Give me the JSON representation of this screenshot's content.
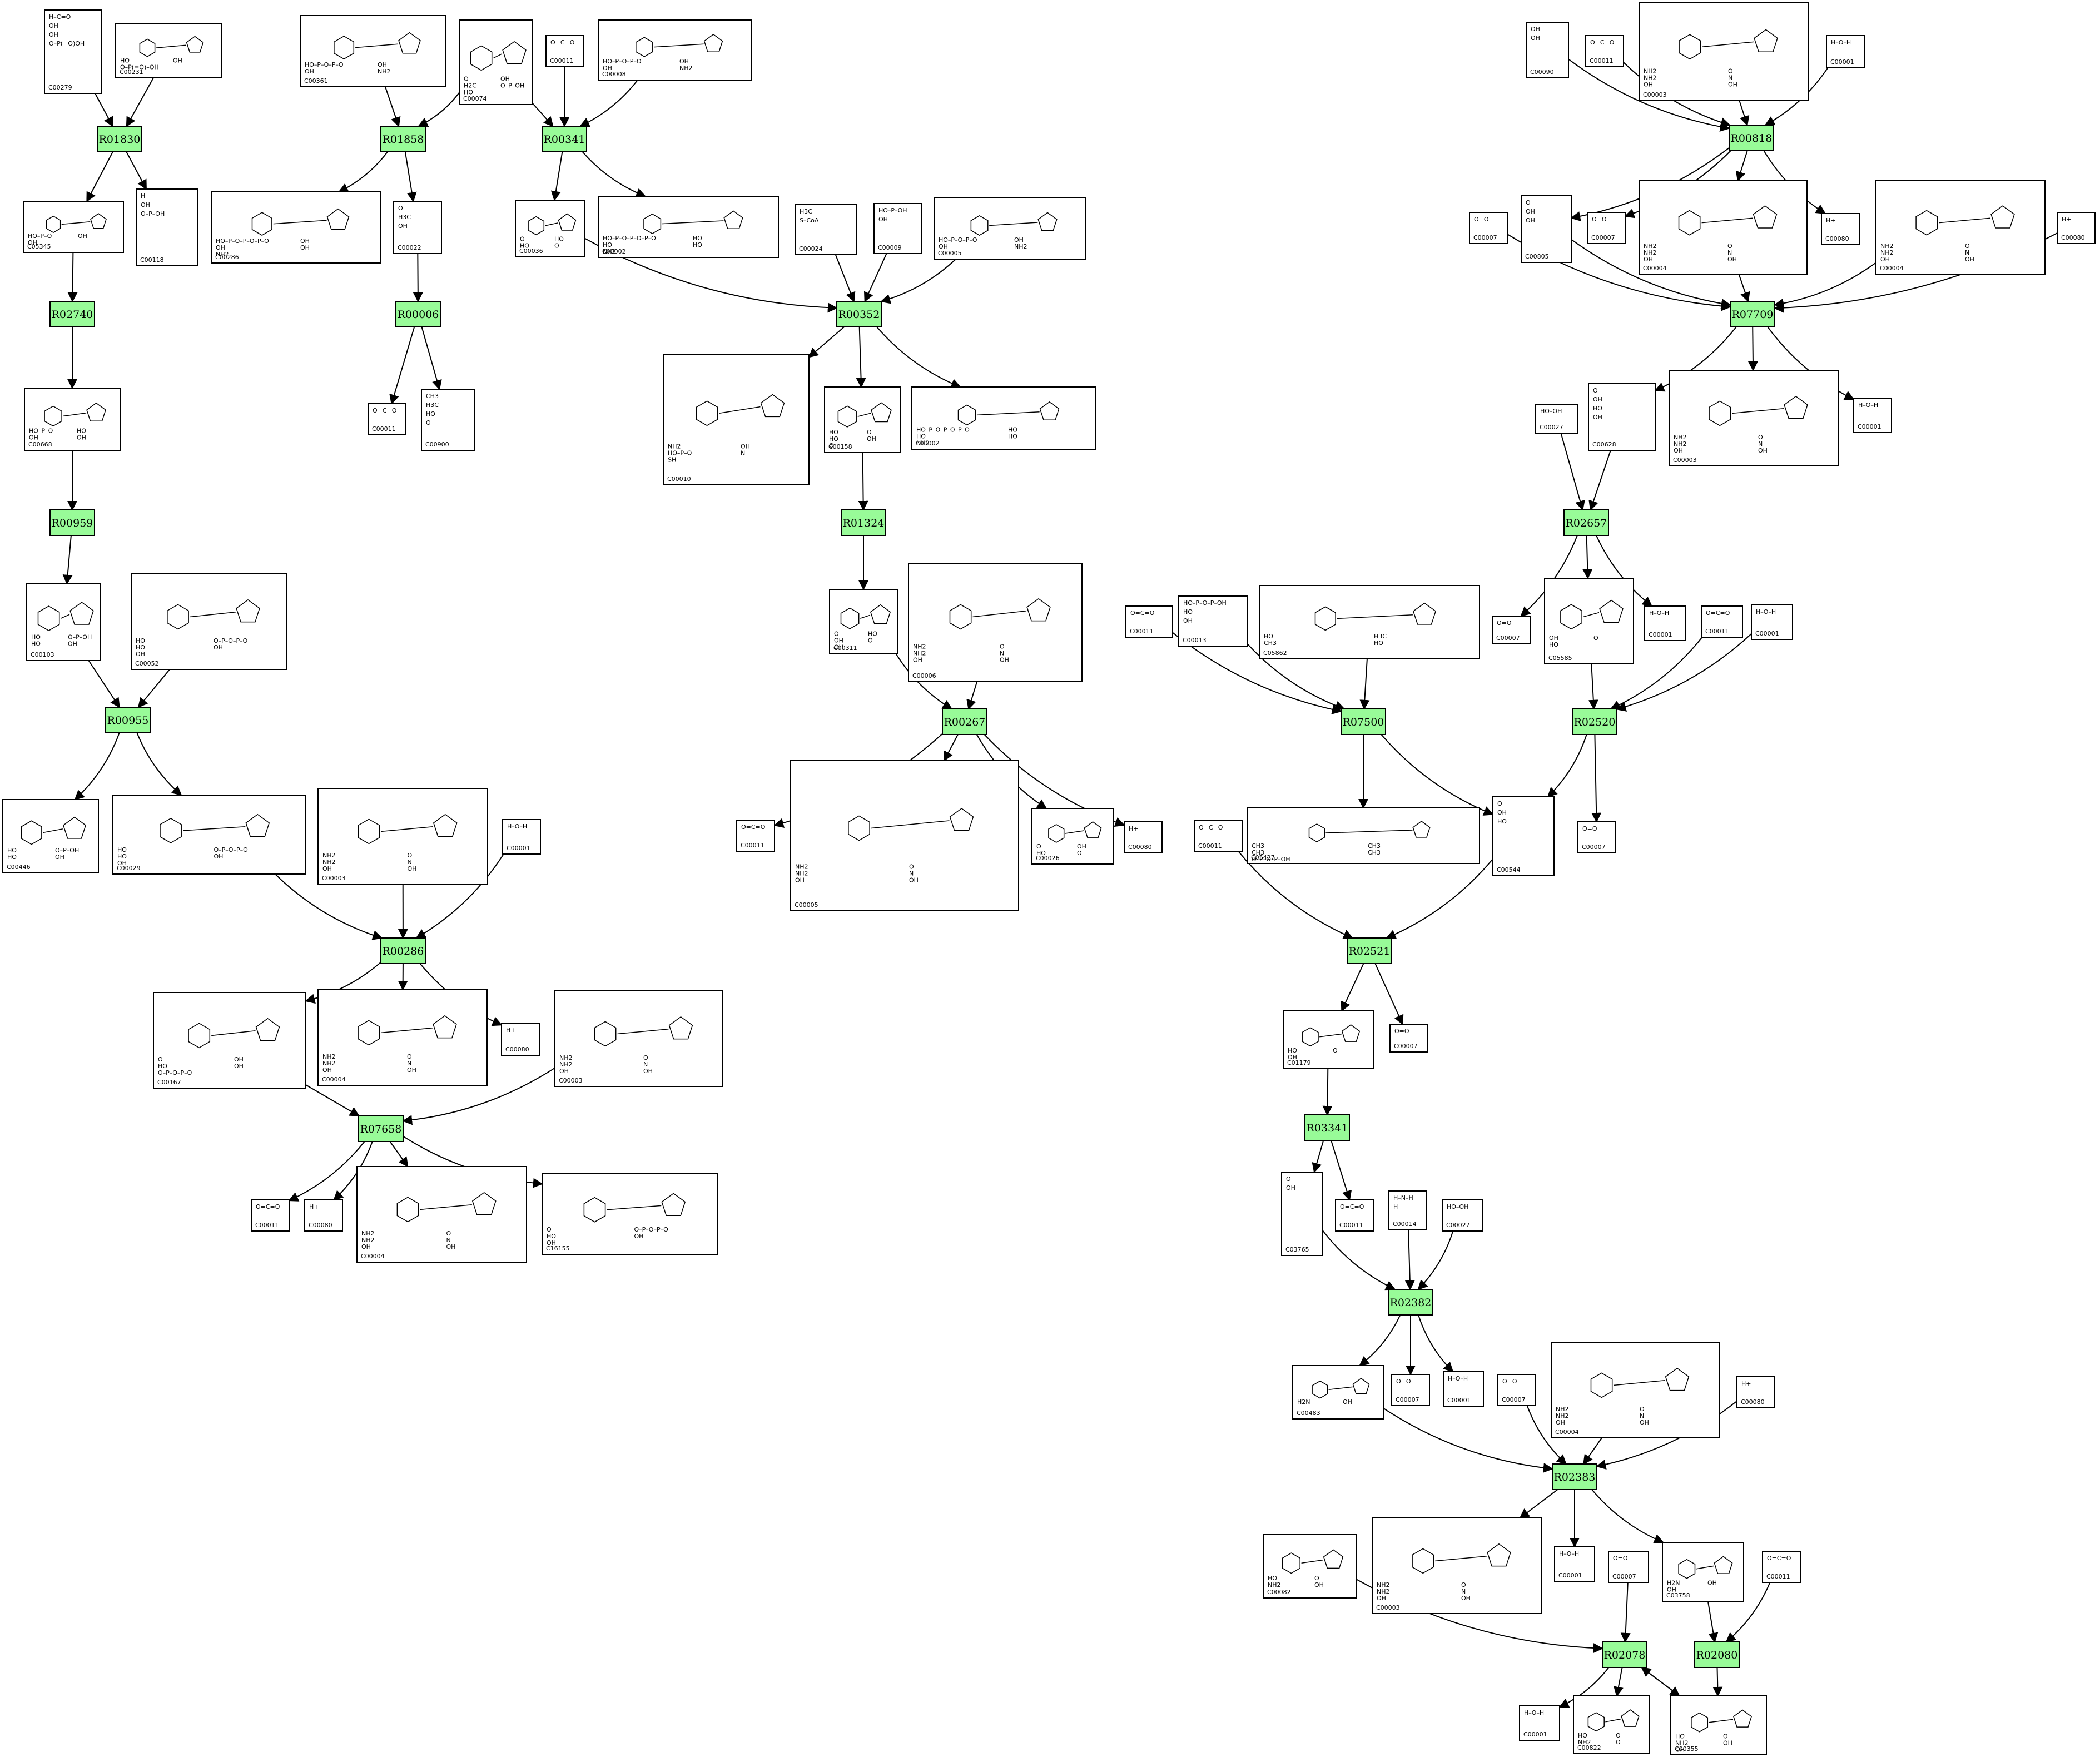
{
  "colors": {
    "reaction_fill": "#98fb98",
    "border": "#000000",
    "background": "#ffffff"
  },
  "reactions": [
    {
      "id": "R01830",
      "label": "R01830"
    },
    {
      "id": "R02740",
      "label": "R02740"
    },
    {
      "id": "R00959",
      "label": "R00959"
    },
    {
      "id": "R00955",
      "label": "R00955"
    },
    {
      "id": "R00286",
      "label": "R00286"
    },
    {
      "id": "R07658",
      "label": "R07658"
    },
    {
      "id": "R01858",
      "label": "R01858"
    },
    {
      "id": "R00006",
      "label": "R00006"
    },
    {
      "id": "R00341",
      "label": "R00341"
    },
    {
      "id": "R00352",
      "label": "R00352"
    },
    {
      "id": "R01324",
      "label": "R01324"
    },
    {
      "id": "R00267",
      "label": "R00267"
    },
    {
      "id": "R00818",
      "label": "R00818"
    },
    {
      "id": "R07709",
      "label": "R07709"
    },
    {
      "id": "R02657",
      "label": "R02657"
    },
    {
      "id": "R07500",
      "label": "R07500"
    },
    {
      "id": "R02520",
      "label": "R02520"
    },
    {
      "id": "R02521",
      "label": "R02521"
    },
    {
      "id": "R03341",
      "label": "R03341"
    },
    {
      "id": "R02382",
      "label": "R02382"
    },
    {
      "id": "R02383",
      "label": "R02383"
    },
    {
      "id": "R02078",
      "label": "R02078"
    },
    {
      "id": "R02080",
      "label": "R02080"
    }
  ],
  "compounds": [
    {
      "id": "c00279",
      "label": "C00279",
      "formula": [
        "H–C=O",
        "OH",
        "OH",
        "O–P(=O)OH"
      ]
    },
    {
      "id": "c00231",
      "label": "C00231",
      "formula": [
        "HO",
        "OH",
        "O–P(=O)–OH"
      ]
    },
    {
      "id": "c05345",
      "label": "C05345",
      "formula": [
        "HO–P–O",
        "OH",
        "OH"
      ]
    },
    {
      "id": "c00118",
      "label": "C00118",
      "formula": [
        "H",
        "OH",
        "O–P–OH"
      ]
    },
    {
      "id": "c00668",
      "label": "C00668",
      "formula": [
        "HO–P–O",
        "HO",
        "OH",
        "OH"
      ]
    },
    {
      "id": "c00103",
      "label": "C00103",
      "formula": [
        "HO",
        "O–P–OH",
        "HO",
        "OH"
      ]
    },
    {
      "id": "c00052",
      "label": "C00052",
      "formula": [
        "HO",
        "O–P–O–P–O",
        "HO",
        "OH",
        "OH"
      ]
    },
    {
      "id": "c00446",
      "label": "C00446",
      "formula": [
        "HO",
        "O–P–OH",
        "HO",
        "OH"
      ]
    },
    {
      "id": "c00029",
      "label": "C00029",
      "formula": [
        "HO",
        "O–P–O–P–O",
        "HO",
        "OH",
        "OH"
      ]
    },
    {
      "id": "c00003a",
      "label": "C00003",
      "formula": [
        "NH2",
        "O",
        "NH2",
        "N",
        "OH",
        "OH"
      ]
    },
    {
      "id": "c00001a",
      "label": "C00001",
      "formula": [
        "H–O–H"
      ]
    },
    {
      "id": "c00167",
      "label": "C00167",
      "formula": [
        "O",
        "OH",
        "HO",
        "OH",
        "O–P–O–P–O"
      ]
    },
    {
      "id": "c00004a",
      "label": "C00004",
      "formula": [
        "NH2",
        "O",
        "NH2",
        "N",
        "OH",
        "OH"
      ]
    },
    {
      "id": "c00080a",
      "label": "C00080",
      "formula": [
        "H+"
      ]
    },
    {
      "id": "c00003b",
      "label": "C00003",
      "formula": [
        "NH2",
        "O",
        "NH2",
        "N",
        "OH",
        "OH"
      ]
    },
    {
      "id": "c00011a",
      "label": "C00011",
      "formula": [
        "O=C=O"
      ]
    },
    {
      "id": "c00080b",
      "label": "C00080",
      "formula": [
        "H+"
      ]
    },
    {
      "id": "c00004b",
      "label": "C00004",
      "formula": [
        "NH2",
        "O",
        "NH2",
        "N",
        "OH",
        "OH"
      ]
    },
    {
      "id": "c16155",
      "label": "C16155",
      "formula": [
        "O",
        "O–P–O–P–O",
        "HO",
        "OH",
        "OH"
      ]
    },
    {
      "id": "c00361",
      "label": "C00361",
      "formula": [
        "HO–P–O–P–O",
        "OH",
        "OH",
        "NH2"
      ]
    },
    {
      "id": "c00074",
      "label": "C00074",
      "formula": [
        "O",
        "OH",
        "H2C",
        "O–P–OH",
        "HO"
      ]
    },
    {
      "id": "c00286",
      "label": "C00286",
      "formula": [
        "HO–P–O–P–O–P–O",
        "OH",
        "OH",
        "OH",
        "NH2"
      ]
    },
    {
      "id": "c00022",
      "label": "C00022",
      "formula": [
        "O",
        "H3C",
        "OH"
      ]
    },
    {
      "id": "c00011b",
      "label": "C00011",
      "formula": [
        "O=C=O"
      ]
    },
    {
      "id": "c00900",
      "label": "C00900",
      "formula": [
        "CH3",
        "H3C",
        "HO",
        "O"
      ]
    },
    {
      "id": "c00011c",
      "label": "C00011",
      "formula": [
        "O=C=O"
      ]
    },
    {
      "id": "c00008",
      "label": "C00008",
      "formula": [
        "HO–P–O–P–O",
        "OH",
        "OH",
        "NH2"
      ]
    },
    {
      "id": "c00036",
      "label": "C00036",
      "formula": [
        "O",
        "HO",
        "HO",
        "O"
      ]
    },
    {
      "id": "c00002a",
      "label": "C00002",
      "formula": [
        "HO–P–O–P–O–P–O",
        "HO",
        "HO",
        "HO",
        "NH2"
      ]
    },
    {
      "id": "c00024",
      "label": "C00024",
      "formula": [
        "H3C",
        "S–CoA"
      ]
    },
    {
      "id": "c00009",
      "label": "C00009",
      "formula": [
        "HO–P–OH",
        "OH"
      ]
    },
    {
      "id": "c00005",
      "label": "C00005",
      "formula": [
        "HO–P–O–P–O",
        "OH",
        "OH",
        "NH2"
      ]
    },
    {
      "id": "c00010",
      "label": "C00010",
      "formula": [
        "NH2",
        "OH",
        "HO–P–O",
        "N",
        "SH"
      ]
    },
    {
      "id": "c00158",
      "label": "C00158",
      "formula": [
        "HO",
        "O",
        "HO",
        "OH",
        "O"
      ]
    },
    {
      "id": "c00002b",
      "label": "C00002",
      "formula": [
        "HO–P–O–P–O–P–O",
        "HO",
        "HO",
        "HO",
        "NH2"
      ]
    },
    {
      "id": "c00311",
      "label": "C00311",
      "formula": [
        "O",
        "HO",
        "OH",
        "O",
        "OH"
      ]
    },
    {
      "id": "c00006",
      "label": "C00006",
      "formula": [
        "NH2",
        "O",
        "NH2",
        "N",
        "OH",
        "OH"
      ]
    },
    {
      "id": "c00011d",
      "label": "C00011",
      "formula": [
        "O=C=O"
      ]
    },
    {
      "id": "c00005b",
      "label": "C00005",
      "formula": [
        "NH2",
        "O",
        "NH2",
        "N",
        "OH",
        "OH"
      ]
    },
    {
      "id": "c00026",
      "label": "C00026",
      "formula": [
        "O",
        "OH",
        "HO",
        "O"
      ]
    },
    {
      "id": "c00080c",
      "label": "C00080",
      "formula": [
        "H+"
      ]
    },
    {
      "id": "c00090",
      "label": "C00090",
      "formula": [
        "OH",
        "OH"
      ]
    },
    {
      "id": "c00011e",
      "label": "C00011",
      "formula": [
        "O=C=O"
      ]
    },
    {
      "id": "c00003c",
      "label": "C00003",
      "formula": [
        "NH2",
        "O",
        "NH2",
        "N",
        "OH",
        "OH"
      ]
    },
    {
      "id": "c00001b",
      "label": "C00001",
      "formula": [
        "H–O–H"
      ]
    },
    {
      "id": "c00007a",
      "label": "C00007",
      "formula": [
        "O=O"
      ]
    },
    {
      "id": "c00805",
      "label": "C00805",
      "formula": [
        "O",
        "OH",
        "OH"
      ]
    },
    {
      "id": "c00007b",
      "label": "C00007",
      "formula": [
        "O=O"
      ]
    },
    {
      "id": "c00004c",
      "label": "C00004",
      "formula": [
        "NH2",
        "O",
        "NH2",
        "N",
        "OH",
        "OH"
      ]
    },
    {
      "id": "c00080d",
      "label": "C00080",
      "formula": [
        "H+"
      ]
    },
    {
      "id": "c00004d",
      "label": "C00004",
      "formula": [
        "NH2",
        "O",
        "NH2",
        "N",
        "OH",
        "OH"
      ]
    },
    {
      "id": "c00080e",
      "label": "C00080",
      "formula": [
        "H+"
      ]
    },
    {
      "id": "c00027a",
      "label": "C00027",
      "formula": [
        "HO–OH"
      ]
    },
    {
      "id": "c00628",
      "label": "C00628",
      "formula": [
        "O",
        "OH",
        "HO",
        "OH"
      ]
    },
    {
      "id": "c00003d",
      "label": "C00003",
      "formula": [
        "NH2",
        "O",
        "NH2",
        "N",
        "OH",
        "OH"
      ]
    },
    {
      "id": "c00001c",
      "label": "C00001",
      "formula": [
        "H–O–H"
      ]
    },
    {
      "id": "c00011f",
      "label": "C00011",
      "formula": [
        "O=C=O"
      ]
    },
    {
      "id": "c00013",
      "label": "C00013",
      "formula": [
        "HO–P–O–P–OH",
        "HO",
        "OH"
      ]
    },
    {
      "id": "c05862",
      "label": "C05862",
      "formula": [
        "HO",
        "H3C",
        "CH3",
        "HO"
      ]
    },
    {
      "id": "c00007c",
      "label": "C00007",
      "formula": [
        "O=O"
      ]
    },
    {
      "id": "c05585",
      "label": "C05585",
      "formula": [
        "OH",
        "O",
        "HO"
      ]
    },
    {
      "id": "c00001d",
      "label": "C00001",
      "formula": [
        "H–O–H"
      ]
    },
    {
      "id": "c00011g",
      "label": "C00011",
      "formula": [
        "O=C=O"
      ]
    },
    {
      "id": "c00001e",
      "label": "C00001",
      "formula": [
        "H–O–H"
      ]
    },
    {
      "id": "c00011h",
      "label": "C00011",
      "formula": [
        "O=C=O"
      ]
    },
    {
      "id": "c05427",
      "label": "C05427",
      "formula": [
        "CH3",
        "CH3",
        "CH3",
        "CH3",
        "O–P–O–P–OH"
      ]
    },
    {
      "id": "c00544",
      "label": "C00544",
      "formula": [
        "O",
        "OH",
        "HO"
      ]
    },
    {
      "id": "c00007d",
      "label": "C00007",
      "formula": [
        "O=O"
      ]
    },
    {
      "id": "c01179",
      "label": "C01179",
      "formula": [
        "HO",
        "O",
        "OH"
      ]
    },
    {
      "id": "c00007e",
      "label": "C00007",
      "formula": [
        "O=O"
      ]
    },
    {
      "id": "c03765",
      "label": "C03765",
      "formula": [
        "O",
        "OH"
      ]
    },
    {
      "id": "c00011i",
      "label": "C00011",
      "formula": [
        "O=C=O"
      ]
    },
    {
      "id": "c00014",
      "label": "C00014",
      "formula": [
        "H–N–H",
        "H"
      ]
    },
    {
      "id": "c00027b",
      "label": "C00027",
      "formula": [
        "HO–OH"
      ]
    },
    {
      "id": "c00483",
      "label": "C00483",
      "formula": [
        "H2N",
        "OH"
      ]
    },
    {
      "id": "c00007f",
      "label": "C00007",
      "formula": [
        "O=O"
      ]
    },
    {
      "id": "c00001f",
      "label": "C00001",
      "formula": [
        "H–O–H"
      ]
    },
    {
      "id": "c00007g",
      "label": "C00007",
      "formula": [
        "O=O"
      ]
    },
    {
      "id": "c00004e",
      "label": "C00004",
      "formula": [
        "NH2",
        "O",
        "NH2",
        "N",
        "OH",
        "OH"
      ]
    },
    {
      "id": "c00080f",
      "label": "C00080",
      "formula": [
        "H+"
      ]
    },
    {
      "id": "c00082",
      "label": "C00082",
      "formula": [
        "HO",
        "O",
        "NH2",
        "OH"
      ]
    },
    {
      "id": "c00003e",
      "label": "C00003",
      "formula": [
        "NH2",
        "O",
        "NH2",
        "N",
        "OH",
        "OH"
      ]
    },
    {
      "id": "c00001g",
      "label": "C00001",
      "formula": [
        "H–O–H"
      ]
    },
    {
      "id": "c00007h",
      "label": "C00007",
      "formula": [
        "O=O"
      ]
    },
    {
      "id": "c03758",
      "label": "C03758",
      "formula": [
        "H2N",
        "OH",
        "OH"
      ]
    },
    {
      "id": "c00011j",
      "label": "C00011",
      "formula": [
        "O=C=O"
      ]
    },
    {
      "id": "c00001h",
      "label": "C00001",
      "formula": [
        "H–O–H"
      ]
    },
    {
      "id": "c00822",
      "label": "C00822",
      "formula": [
        "HO",
        "O",
        "NH2",
        "O"
      ]
    },
    {
      "id": "c00355",
      "label": "C00355",
      "formula": [
        "HO",
        "O",
        "NH2",
        "OH",
        "OH"
      ]
    }
  ],
  "edges": [
    [
      "c00279",
      "R01830"
    ],
    [
      "c00231",
      "R01830"
    ],
    [
      "R01830",
      "c05345"
    ],
    [
      "R01830",
      "c00118"
    ],
    [
      "c05345",
      "R02740"
    ],
    [
      "R02740",
      "c00668"
    ],
    [
      "c00668",
      "R00959"
    ],
    [
      "R00959",
      "c00103"
    ],
    [
      "c00103",
      "R00955"
    ],
    [
      "c00052",
      "R00955"
    ],
    [
      "R00955",
      "c00446"
    ],
    [
      "R00955",
      "c00029"
    ],
    [
      "c00029",
      "R00286"
    ],
    [
      "c00003a",
      "R00286"
    ],
    [
      "c00001a",
      "R00286"
    ],
    [
      "R00286",
      "c00167"
    ],
    [
      "R00286",
      "c00004a"
    ],
    [
      "R00286",
      "c00080a"
    ],
    [
      "c00167",
      "R07658"
    ],
    [
      "c00003b",
      "R07658"
    ],
    [
      "R07658",
      "c00011a"
    ],
    [
      "R07658",
      "c00080b"
    ],
    [
      "R07658",
      "c00004b"
    ],
    [
      "R07658",
      "c16155"
    ],
    [
      "c00361",
      "R01858"
    ],
    [
      "c00074",
      "R01858"
    ],
    [
      "R01858",
      "c00286"
    ],
    [
      "R01858",
      "c00022"
    ],
    [
      "c00022",
      "R00006"
    ],
    [
      "R00006",
      "c00011b"
    ],
    [
      "R00006",
      "c00900"
    ],
    [
      "c00074",
      "R00341"
    ],
    [
      "c00011c",
      "R00341"
    ],
    [
      "c00008",
      "R00341"
    ],
    [
      "R00341",
      "c00036"
    ],
    [
      "R00341",
      "c00002a"
    ],
    [
      "c00036",
      "R00352"
    ],
    [
      "c00024",
      "R00352"
    ],
    [
      "c00009",
      "R00352"
    ],
    [
      "c00005",
      "R00352"
    ],
    [
      "R00352",
      "c00010"
    ],
    [
      "R00352",
      "c00158"
    ],
    [
      "R00352",
      "c00002b"
    ],
    [
      "c00158",
      "R01324"
    ],
    [
      "R01324",
      "c00311"
    ],
    [
      "c00311",
      "R00267"
    ],
    [
      "c00006",
      "R00267"
    ],
    [
      "R00267",
      "c00011d"
    ],
    [
      "R00267",
      "c00005b"
    ],
    [
      "R00267",
      "c00026"
    ],
    [
      "R00267",
      "c00080c"
    ],
    [
      "c00090",
      "R00818"
    ],
    [
      "c00011e",
      "R00818"
    ],
    [
      "c00003c",
      "R00818"
    ],
    [
      "c00001b",
      "R00818"
    ],
    [
      "R00818",
      "c00805"
    ],
    [
      "R00818",
      "c00007b"
    ],
    [
      "R00818",
      "c00004c"
    ],
    [
      "R00818",
      "c00080d"
    ],
    [
      "c00007a",
      "R07709"
    ],
    [
      "c00805",
      "R07709"
    ],
    [
      "c00004c",
      "R07709"
    ],
    [
      "c00004d",
      "R07709"
    ],
    [
      "c00080e",
      "R07709"
    ],
    [
      "R07709",
      "c00628"
    ],
    [
      "R07709",
      "c00003d"
    ],
    [
      "R07709",
      "c00001c"
    ],
    [
      "c00027a",
      "R02657"
    ],
    [
      "c00628",
      "R02657"
    ],
    [
      "R02657",
      "c00007c"
    ],
    [
      "R02657",
      "c05585"
    ],
    [
      "R02657",
      "c00001d"
    ],
    [
      "c00011f",
      "R07500"
    ],
    [
      "c00013",
      "R07500"
    ],
    [
      "c05862",
      "R07500"
    ],
    [
      "R07500",
      "c05427"
    ],
    [
      "R07500",
      "c00544"
    ],
    [
      "c05585",
      "R02520"
    ],
    [
      "c00011g",
      "R02520"
    ],
    [
      "c00001e",
      "R02520"
    ],
    [
      "R02520",
      "c00544"
    ],
    [
      "R02520",
      "c00007d"
    ],
    [
      "c00011h",
      "R02521"
    ],
    [
      "c00544",
      "R02521"
    ],
    [
      "R02521",
      "c01179"
    ],
    [
      "R02521",
      "c00007e"
    ],
    [
      "c01179",
      "R03341"
    ],
    [
      "R03341",
      "c03765"
    ],
    [
      "R03341",
      "c00011i"
    ],
    [
      "c03765",
      "R02382"
    ],
    [
      "c00014",
      "R02382"
    ],
    [
      "c00027b",
      "R02382"
    ],
    [
      "R02382",
      "c00483"
    ],
    [
      "R02382",
      "c00007f"
    ],
    [
      "R02382",
      "c00001f"
    ],
    [
      "c00483",
      "R02383"
    ],
    [
      "c00007g",
      "R02383"
    ],
    [
      "c00004e",
      "R02383"
    ],
    [
      "c00080f",
      "R02383"
    ],
    [
      "R02383",
      "c00003e"
    ],
    [
      "R02383",
      "c00001g"
    ],
    [
      "R02383",
      "c03758"
    ],
    [
      "c00082",
      "R02078"
    ],
    [
      "c00007h",
      "R02078"
    ],
    [
      "c00355",
      "R02078"
    ],
    [
      "R02078",
      "c00001h"
    ],
    [
      "R02078",
      "c00822"
    ],
    [
      "R02078",
      "c00355"
    ],
    [
      "c03758",
      "R02080"
    ],
    [
      "c00011j",
      "R02080"
    ],
    [
      "R02080",
      "c00355"
    ]
  ]
}
